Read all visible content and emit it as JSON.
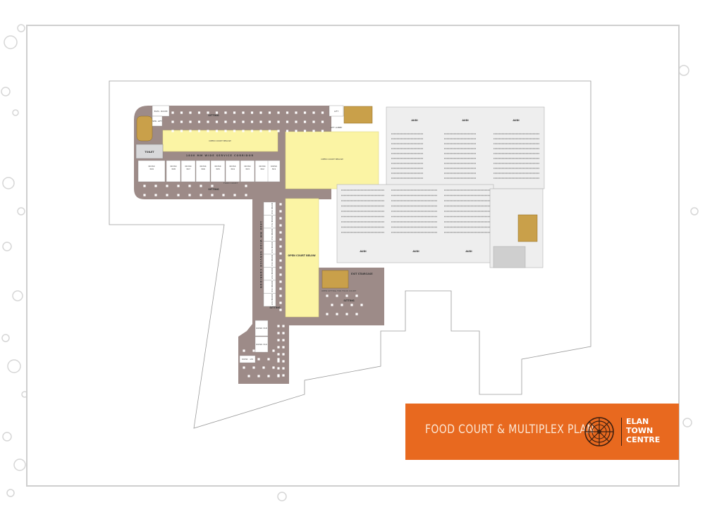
{
  "plan": {
    "title": "FOOD COURT & MULTIPLEX PLAN",
    "brand": [
      "ELAN",
      "TOWN",
      "CENTRE"
    ],
    "colors": {
      "floor": "#9d8b88",
      "court": "#fbf4a4",
      "stair": "#c9a04a",
      "banner": "#e8691f",
      "cinema": "#eeeeee"
    },
    "labels": {
      "sitting": "SITTING",
      "open_court": "OPEN COURT BELOW",
      "service_corridor": "1800 MM WIDE SERVICE CORRIDOR",
      "toilet": "TOILET",
      "elec_room": "ELEC. ROOM",
      "ser_lift": "SER. LIFT",
      "lift": "LIFT",
      "lift_lobby": "LIFT LOBBY",
      "food_court": "FOOD COURT",
      "exit_staircase": "EXIT STAIRCASE",
      "open_sitting": "OPEN SITTING FOR FOOD COURT",
      "audi": "AUDI"
    },
    "kiosks_row": [
      "KIOSK 309",
      "KIOSK 308",
      "KIOSK 307",
      "KIOSK 306",
      "KIOSK 305",
      "KIOSK 304",
      "KIOSK 303",
      "KIOSK 302",
      "KIOSK 301"
    ],
    "kiosks_column": [
      "KIOSK 310",
      "KIOSK 311",
      "KIOSK 312",
      "KIOSK 313",
      "KIOSK 314",
      "KIOSK 315",
      "KIOSK 316",
      "KIOSK 317"
    ],
    "kiosks_bottom": [
      "KIOSK 318",
      "KIOSK 319",
      "KIOSK 320"
    ]
  }
}
